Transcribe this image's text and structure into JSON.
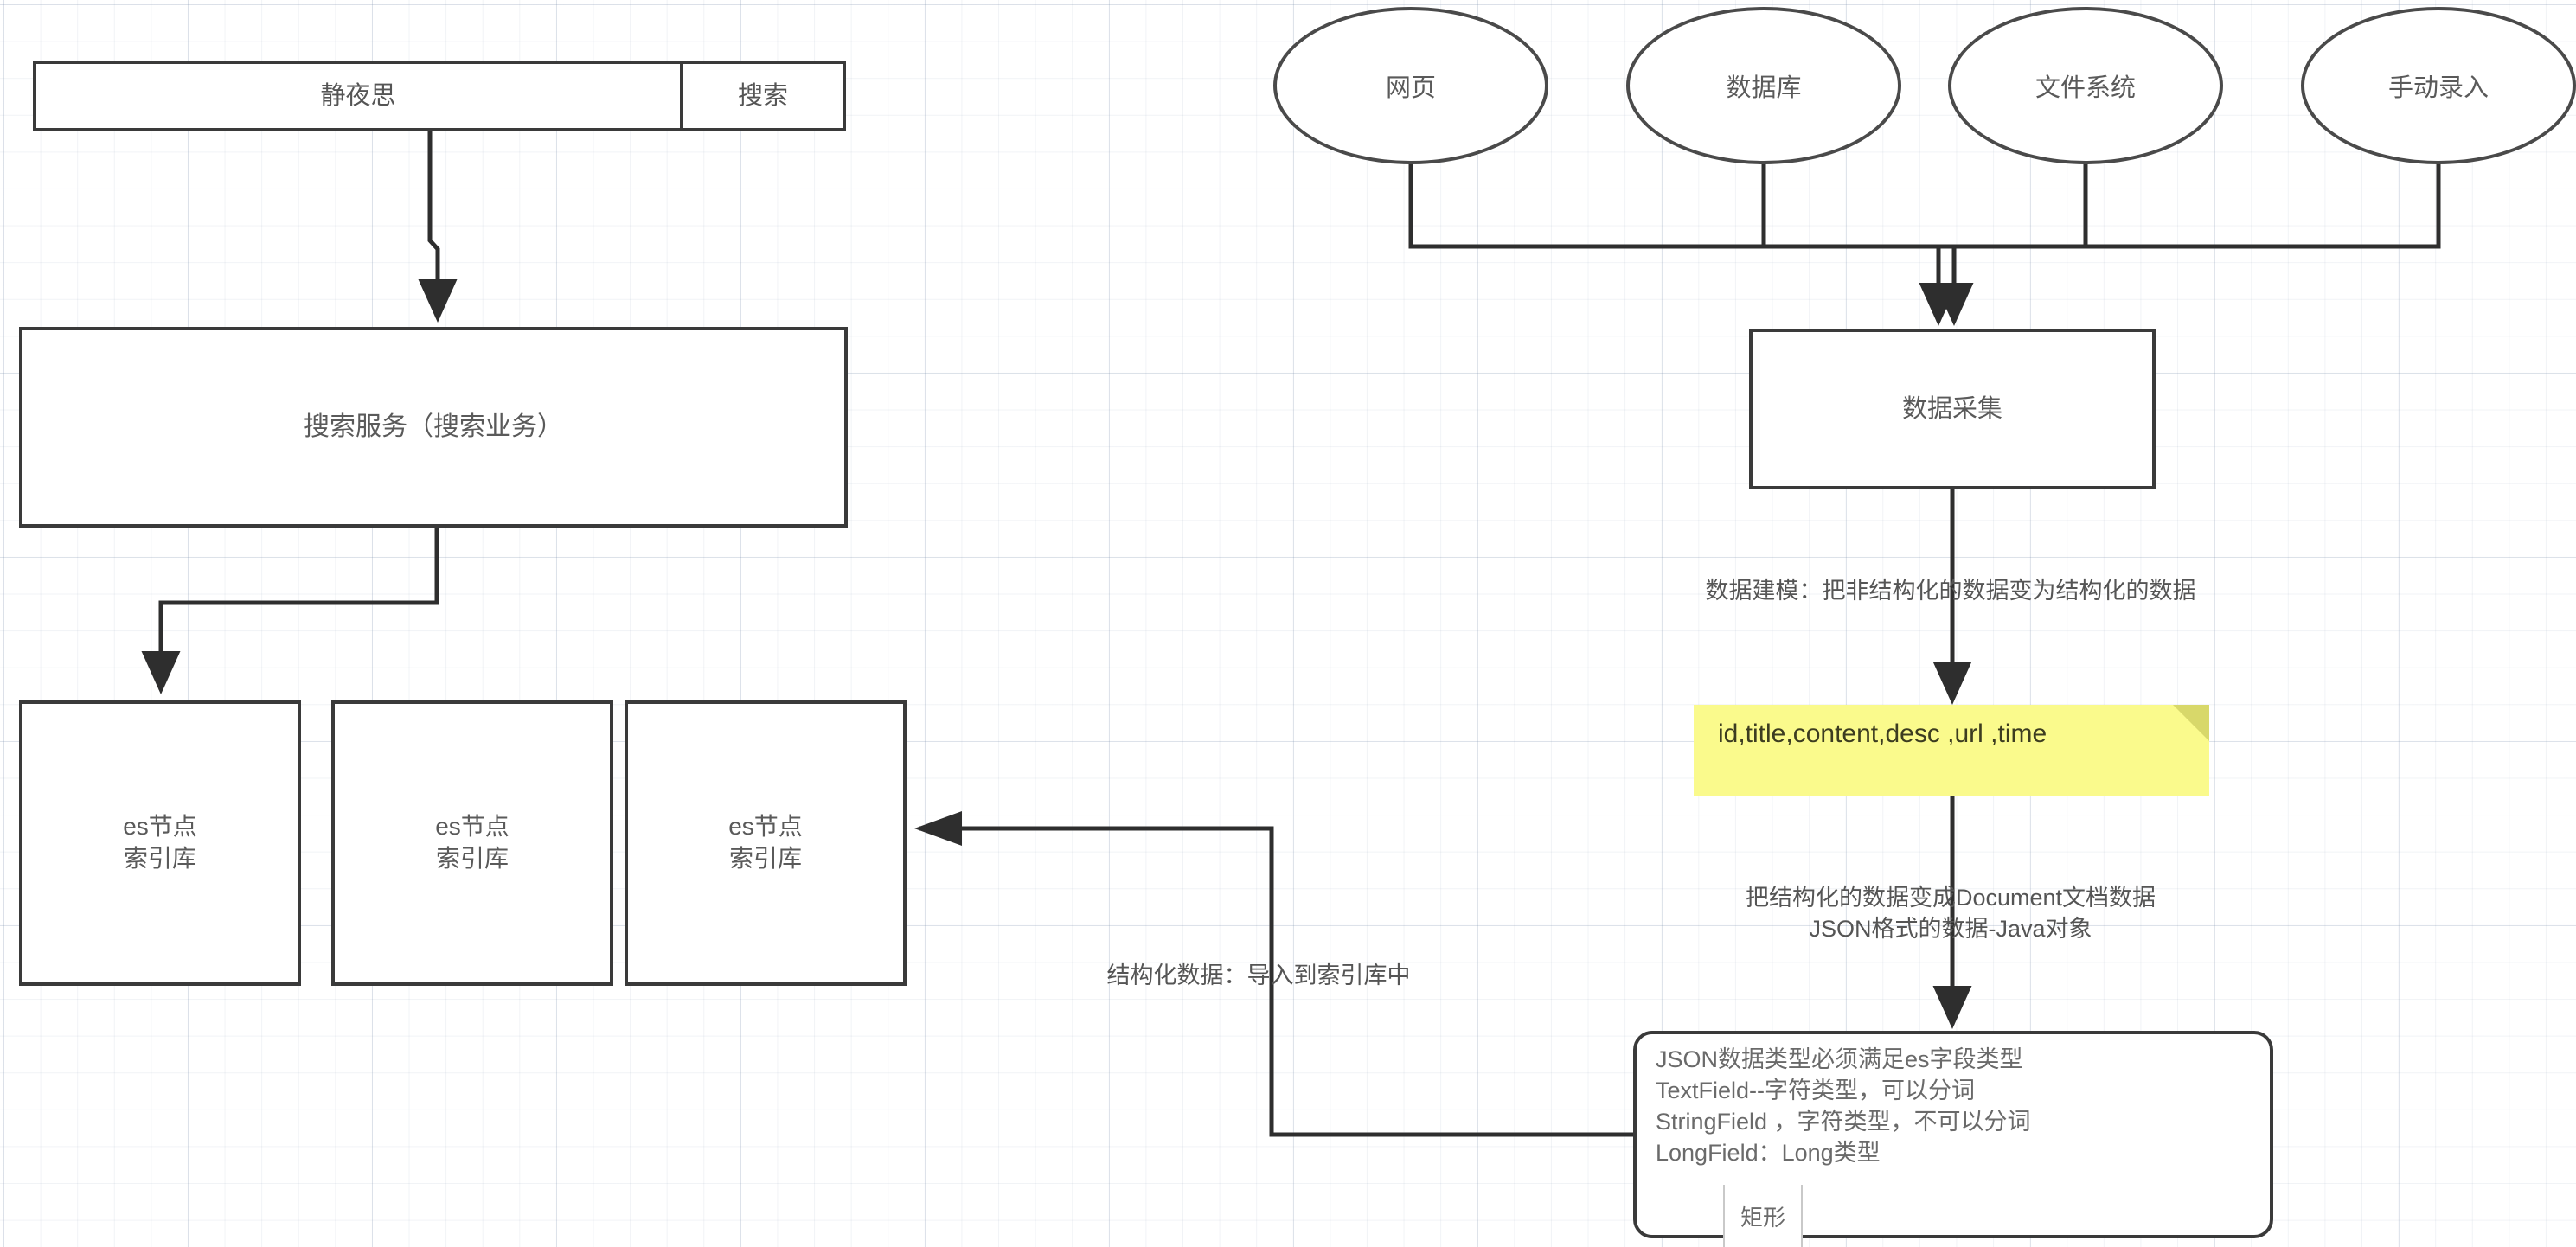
{
  "diagram": {
    "title": "Elasticsearch 搜索与数据采集流程图",
    "background": {
      "type": "grid",
      "color": "#ffffff",
      "grid_color": "#dfe3ea"
    },
    "stroke_color": "#3a3a3a",
    "text_color": "#5a5a5a",
    "note_color": "#fafa8c"
  },
  "search_bar": {
    "query": "静夜思",
    "submit_label": "搜索"
  },
  "search_service": {
    "label": "搜索服务（搜索业务）"
  },
  "es_nodes": [
    {
      "label": "es节点\n索引库"
    },
    {
      "label": "es节点\n索引库"
    },
    {
      "label": "es节点\n索引库"
    }
  ],
  "sources": [
    {
      "label": "网页"
    },
    {
      "label": "数据库"
    },
    {
      "label": "文件系统"
    },
    {
      "label": "手动录入"
    }
  ],
  "data_collect": {
    "label": "数据采集"
  },
  "labels": {
    "modeling": "数据建模：把非结构化的数据变为结构化的数据",
    "document": "把结构化的数据变成Document文档数据\nJSON格式的数据-Java对象",
    "structured": "结构化数据：导入到索引库中"
  },
  "sticky_note": {
    "text": "id,title,content,desc ,url ,time",
    "fill": "#fafa8c",
    "fold_fill": "#d8d86a"
  },
  "json_spec": {
    "text": "JSON数据类型必须满足es字段类型\nTextField--字符类型，可以分词\nStringField ，字符类型，不可以分词\nLongField：Long类型"
  },
  "shape_tooltip": {
    "label": "矩形"
  }
}
